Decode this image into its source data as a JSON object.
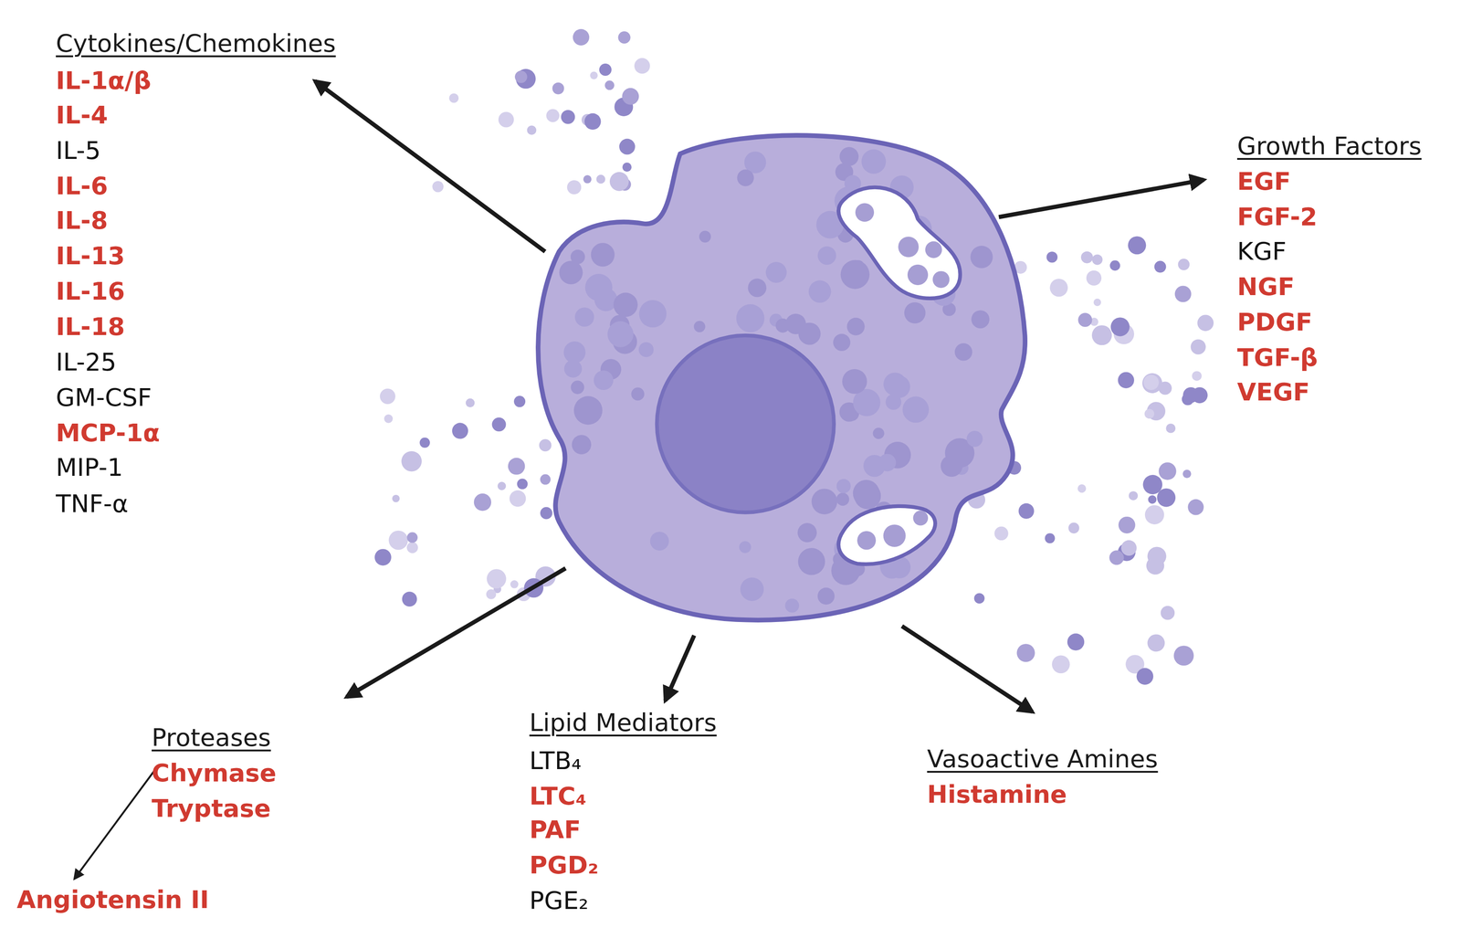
{
  "diagram": {
    "labels": [
      "Cytokines/Chemokines",
      "IL-1α/β",
      "IL-4",
      "IL-5",
      "IL-6",
      "IL-8",
      "IL-13",
      "IL-16",
      "IL-18",
      "IL-25",
      "GM-CSF",
      "MCP-1α",
      "MIP-1",
      "TNF-α",
      "Growth Factors",
      "EGF",
      "FGF-2",
      "KGF",
      "NGF",
      "PDGF",
      "TGF-β",
      "VEGF",
      "Proteases",
      "Chymase",
      "Tryptase",
      "Angiotensin II",
      "Lipid Mediators",
      "LTB₄",
      "LTC₄",
      "PAF",
      "PGD₂",
      "PGE₂",
      "Vasoactive Amines",
      "Histamine"
    ]
  }
}
